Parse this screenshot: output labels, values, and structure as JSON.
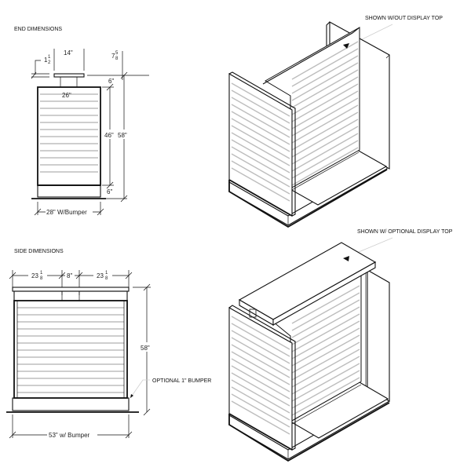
{
  "end_view": {
    "title": "END DIMENSIONS",
    "dims": {
      "top_width": "14\"",
      "top_thickness_whole": "1",
      "top_thickness_num": "1",
      "top_thickness_den": "2",
      "top_offset_whole": "7",
      "top_offset_num": "5",
      "top_offset_den": "8",
      "body_width": "26\"",
      "top_gap": "6\"",
      "panel_height": "46\"",
      "overall_height": "58\"",
      "base_height": "6\"",
      "width_with_bumper": "28\" W/Bumper"
    }
  },
  "side_view": {
    "title": "SIDE DIMENSIONS",
    "dims": {
      "left_section_whole": "23",
      "left_section_num": "1",
      "left_section_den": "8",
      "center_gap": "8\"",
      "right_section_whole": "23",
      "right_section_num": "1",
      "right_section_den": "8",
      "overall_height": "58\"",
      "width_with_bumper": "53\" w/ Bumper"
    },
    "callout": "OPTIONAL 1\" BUMPER"
  },
  "iso_views": [
    {
      "caption": "SHOWN W/OUT DISPLAY TOP"
    },
    {
      "caption": "SHOWN W/ OPTIONAL DISPLAY TOP"
    }
  ],
  "colors": {
    "line": "#111111",
    "slat": "#bdbdbd",
    "background": "#ffffff"
  }
}
